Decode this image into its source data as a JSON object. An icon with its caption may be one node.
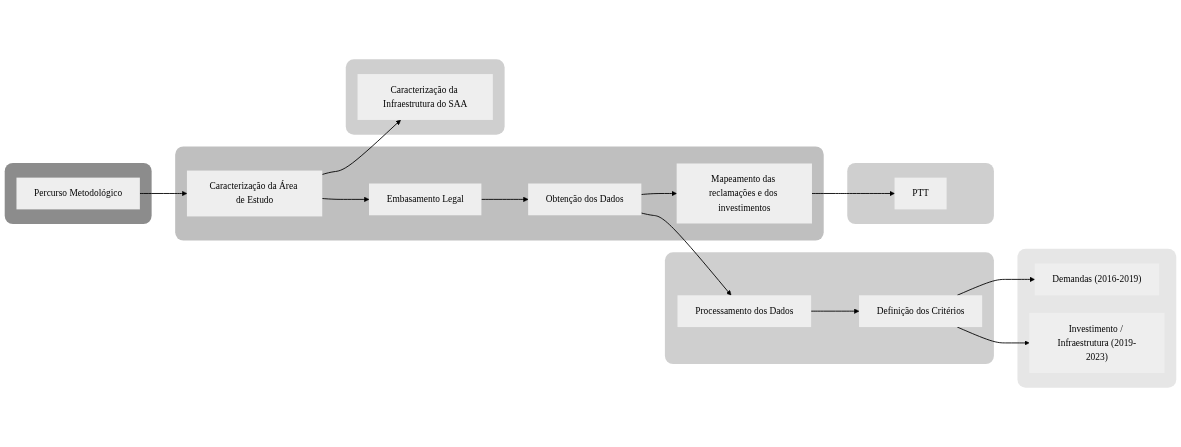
{
  "diagram": {
    "nodes": [
      {
        "text": [],
        "shape": "box"
      },
      {
        "text": [
          "Percurso Metodológico"
        ],
        "in": 0
      },
      {
        "text": [],
        "shape": "box"
      },
      {
        "text": [
          "Caracterização da Área de Estudo"
        ],
        "in": 2
      },
      {
        "text": [
          "Embasamento Legal"
        ],
        "in": 2
      },
      {
        "text": [
          "Obtenção dos Dados"
        ],
        "in": 2
      },
      {
        "text": [
          "Mapeamento das reclamações e dos investimentos"
        ],
        "in": 2
      },
      {
        "text": [],
        "shape": "box"
      },
      {
        "text": [
          "Caracterização da Infraestrutura do SAA"
        ],
        "in": 7
      },
      {
        "text": [],
        "shape": "box"
      },
      {
        "text": [
          "Processamento dos Dados"
        ],
        "in": 9
      },
      {
        "text": [
          "Definição dos Critérios"
        ],
        "in": 9
      },
      {
        "text": [],
        "shape": "box"
      },
      {
        "text": [
          "PTT"
        ],
        "in": 12
      },
      {
        "text": [],
        "shape": "box"
      },
      {
        "text": [
          "Demandas (2016-2019)"
        ],
        "in": 14
      },
      {
        "text": [
          "Investimento / Infraestrutura (2019-2023)"
        ],
        "in": 14
      }
    ],
    "edges": [
      {
        "from": 1,
        "to": 3,
        "arrow": "to"
      },
      {
        "from": 3,
        "to": 4,
        "arrow": "to"
      },
      {
        "from": 4,
        "to": 5,
        "arrow": "to"
      },
      {
        "from": 5,
        "to": 6,
        "arrow": "to"
      },
      {
        "from": 3,
        "to": 8,
        "arrow": "to"
      },
      {
        "from": 5,
        "to": 10,
        "arrow": "to"
      },
      {
        "from": 10,
        "to": 11,
        "arrow": "to"
      },
      {
        "from": 11,
        "to": 15,
        "arrow": "to"
      },
      {
        "from": 11,
        "to": 16,
        "arrow": "to"
      },
      {
        "from": 6,
        "to": 13,
        "arrow": "to"
      }
    ]
  }
}
